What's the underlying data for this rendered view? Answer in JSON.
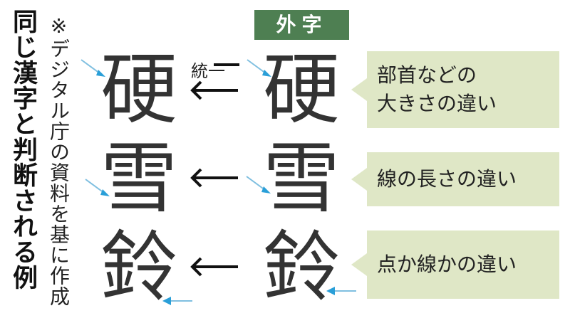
{
  "title": "同じ漢字と判断される例",
  "note": "※デジタル庁の資料を基に作成",
  "gaiji_label": "外字",
  "unify_label": "統一",
  "rows": [
    {
      "standard": "硬",
      "gaiji": "硬",
      "difference": [
        "部首などの",
        "大きさの違い"
      ]
    },
    {
      "standard": "雪",
      "gaiji": "雪",
      "difference": [
        "線の長さの違い"
      ]
    },
    {
      "standard": "鈴",
      "gaiji": "鈴",
      "difference": [
        "点か線かの違い"
      ]
    }
  ],
  "colors": {
    "label_bg": "#4e7f52",
    "callout_bg": "#dfe7c6",
    "pointer": "#2a9fd8"
  }
}
